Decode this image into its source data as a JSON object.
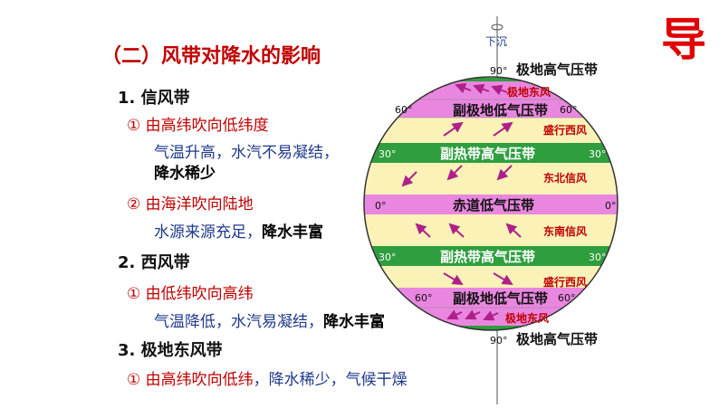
{
  "slide": {
    "title": "（二）风带对降水的影响",
    "corner_char": "导",
    "items": {
      "trade": {
        "heading": "1.  信风带",
        "p1": "①  由高纬吹向低纬度",
        "p1_d1": "气温升高，水汽不易凝结，",
        "p1_d2": "降水稀少",
        "p2": "②  由海洋吹向陆地",
        "p2_d_normal": "水源来源充足，",
        "p2_d_bold": "降水丰富"
      },
      "westerly": {
        "heading": "2.  西风带",
        "p1": "①  由低纬吹向高纬",
        "d_normal": "气温降低，水汽易凝结，",
        "d_bold": "降水丰富"
      },
      "polar": {
        "heading": "3.  极地东风带",
        "p1_red": "①  由高纬吹向低纬",
        "p1_blue": "，降水稀少，气候干燥"
      }
    }
  },
  "globe": {
    "rotation_label": "下沉",
    "bands": {
      "n90": "极地高气压带",
      "n_polar_east": "极地东风",
      "n60": "副极地低气压带",
      "n_westerly": "盛行西风",
      "n30": "副热带高气压带",
      "ne_trade": "东北信风",
      "eq": "赤道低气压带",
      "se_trade": "东南信风",
      "s30": "副热带高气压带",
      "s_westerly": "盛行西风",
      "s60": "副极地低气压带",
      "s_polar_east": "极地东风",
      "s90": "极地高气压带"
    },
    "latitudes": {
      "d90": "90°",
      "d60": "60°",
      "d30": "30°",
      "d0": "0°"
    },
    "colors": {
      "green": "#2e9e3e",
      "pink": "#e987e0",
      "yellow": "#fbf2b8",
      "arrow": "#b0208a",
      "label_red": "#c00000"
    }
  }
}
